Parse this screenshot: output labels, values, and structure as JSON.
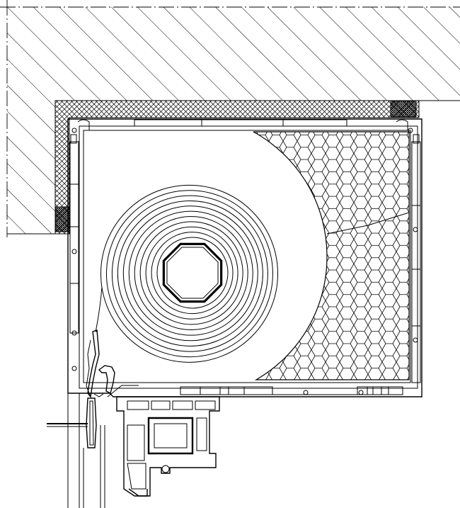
{
  "drawing": {
    "type": "technical-section",
    "subject": "roller-shutter-box-cross-section",
    "labels": [],
    "colors": {
      "line": "#000000",
      "background": "#ffffff"
    },
    "components": {
      "roll": {
        "turns": 11
      },
      "axle": {
        "shape": "octagon"
      },
      "insulation": {
        "pattern": "hexagon"
      },
      "wall": {
        "pattern": "diagonal-hatch"
      },
      "seal": {
        "pattern": "crosshatch"
      }
    }
  }
}
